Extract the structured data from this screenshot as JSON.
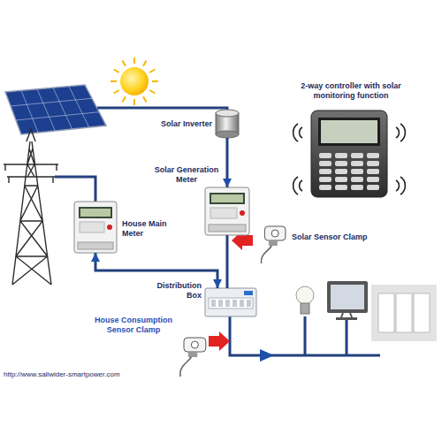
{
  "diagram": {
    "nodes": [
      {
        "text": [
          "2-way controller with solar monitoring function"
        ]
      },
      {
        "text": [
          "Solar Inverter"
        ]
      },
      {
        "text": [
          "Solar Generation Meter"
        ]
      },
      {
        "text": [
          "House Main Meter"
        ]
      },
      {
        "text": [
          "Solar Sensor Clamp"
        ]
      },
      {
        "text": [
          "Distribution Box"
        ]
      },
      {
        "text": [
          "House Consumption Sensor Clamp"
        ]
      }
    ],
    "edges": [
      {
        "from": 1,
        "to": 2,
        "arrow": "to"
      },
      {
        "from": 2,
        "to": 5,
        "arrow": "none"
      },
      {
        "from": 3,
        "to": 5,
        "arrow": "both"
      }
    ],
    "labels": [
      "http://www.sailwider-smartpower.com"
    ]
  }
}
